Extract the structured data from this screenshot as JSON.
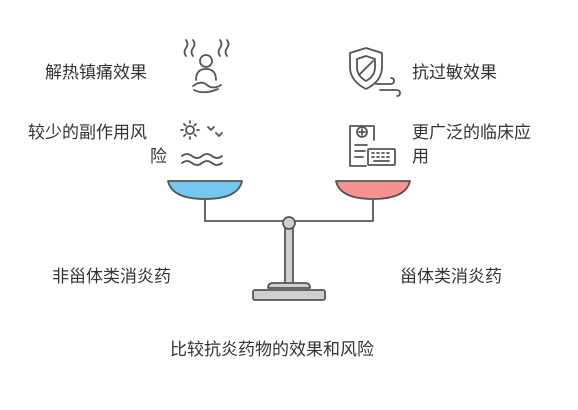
{
  "left": {
    "label_top": "解热镇痛效果",
    "label_side_line1": "较少的副作用风",
    "label_side_line2": "险",
    "pan_color": "#76c7ee",
    "category": "非甾体类消炎药"
  },
  "right": {
    "label_top": "抗过敏效果",
    "label_side_line1": "更广泛的临床应",
    "label_side_line2": "用",
    "pan_color": "#f59393",
    "category": "甾体类消炎药"
  },
  "caption": "比较抗炎药物的效果和风险",
  "icons": {
    "left_top": "person-heat-icon",
    "left_side": "weather-sun-waves-icon",
    "right_top": "shield-wind-icon",
    "right_side": "medical-record-icon"
  },
  "colors": {
    "stroke": "#555555",
    "scale_fill": "#cfcfcf",
    "text": "#333333"
  }
}
